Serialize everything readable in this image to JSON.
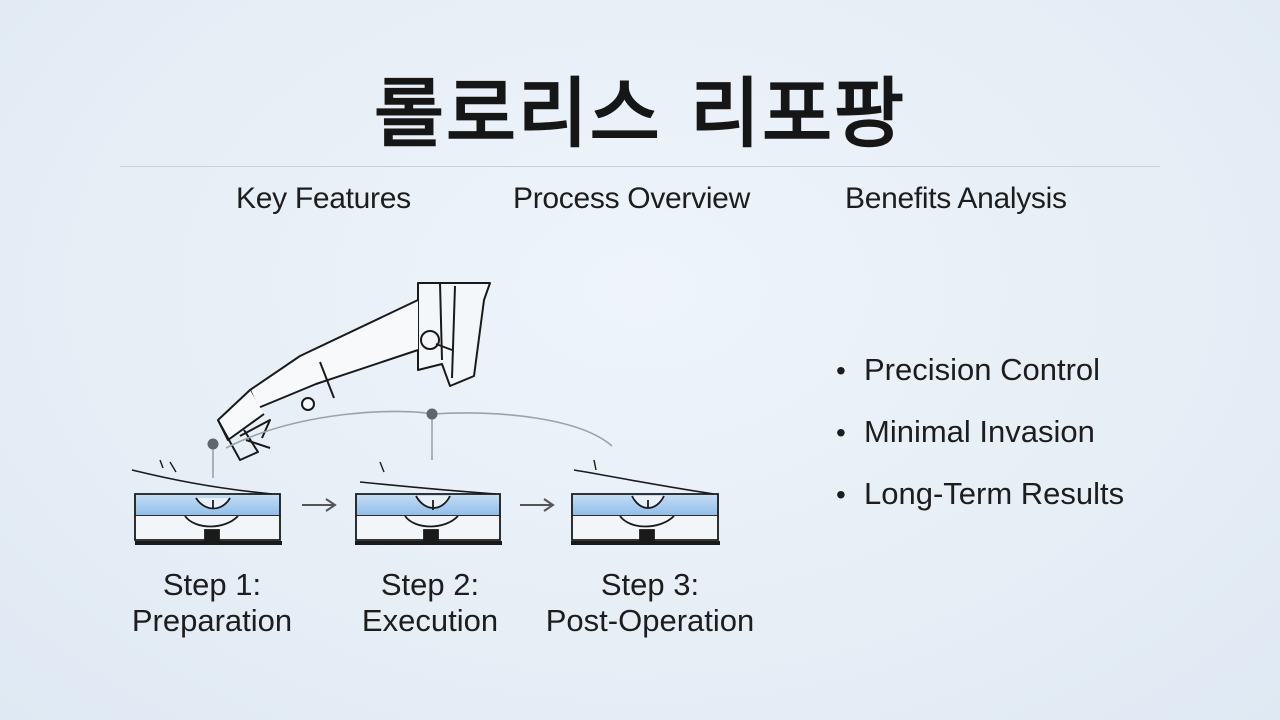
{
  "title": "롤로리스 리포팡",
  "nav": {
    "items": [
      "Key Features",
      "Process Overview",
      "Benefits Analysis"
    ]
  },
  "bullets": [
    "Precision Control",
    "Minimal Invasion",
    "Long-Term Results"
  ],
  "steps": [
    {
      "line1": "Step 1:",
      "line2": "Preparation"
    },
    {
      "line1": "Step 2:",
      "line2": "Execution"
    },
    {
      "line1": "Step 3:",
      "line2": "Post-Operation"
    }
  ],
  "colors": {
    "tissue_fill": "#a9cdef",
    "line": "#1a1a1a",
    "arrow": "#555555",
    "guide": "#9aa3ab"
  }
}
